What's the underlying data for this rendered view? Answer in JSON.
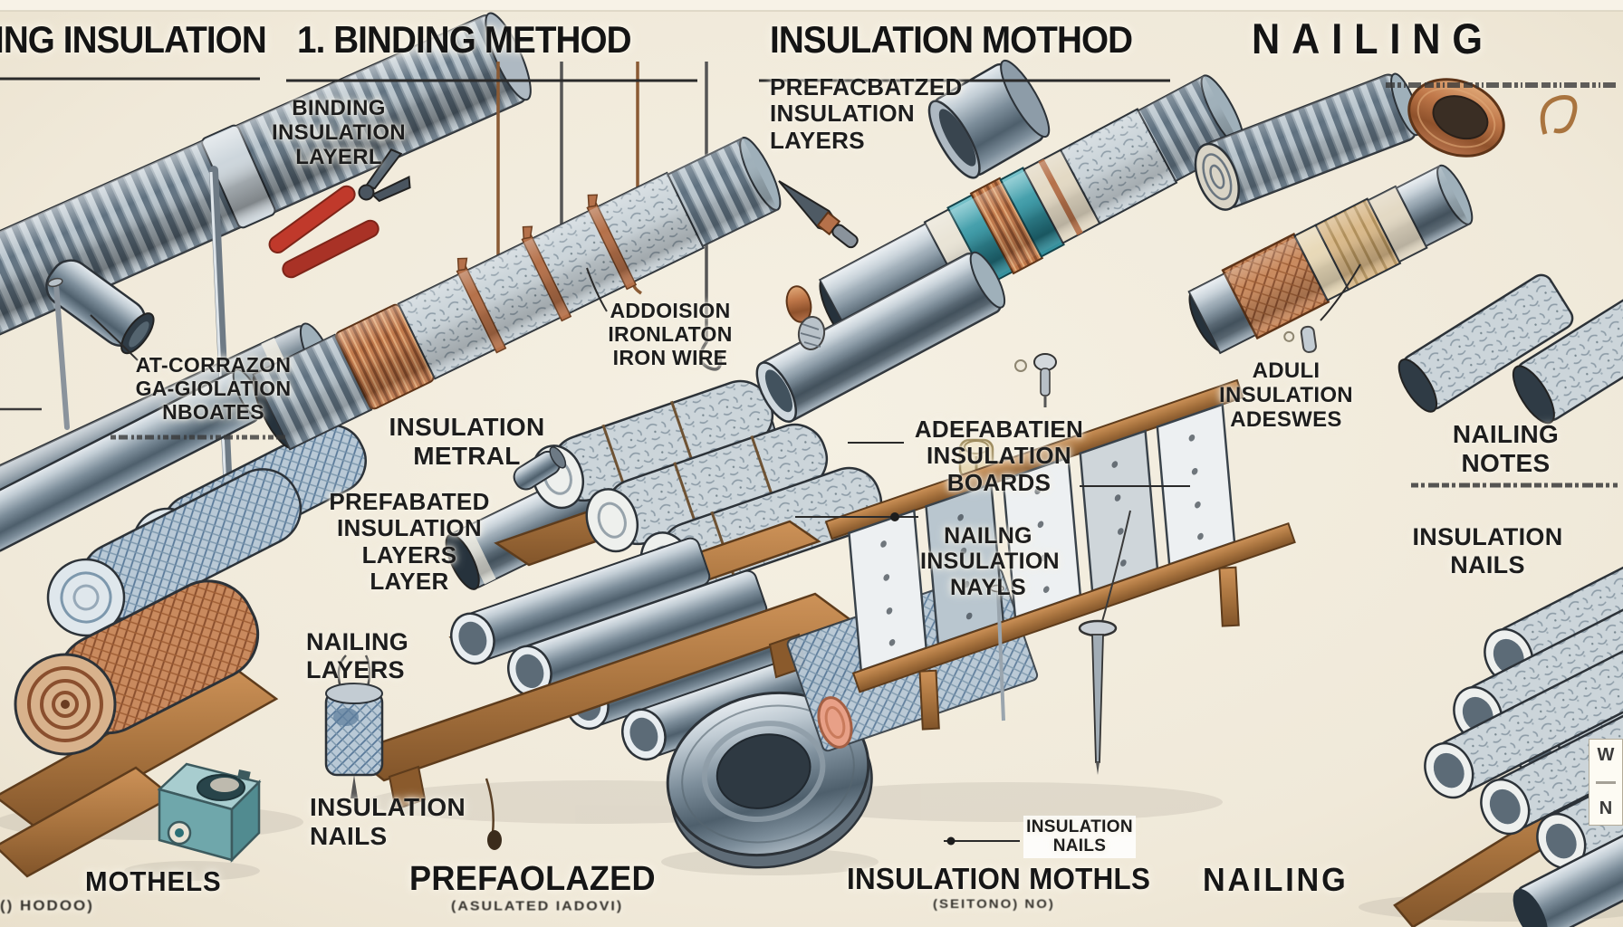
{
  "colors": {
    "background": "#f1ebdd",
    "ink": "#1c1c1c",
    "steel": "#6b7c8c",
    "copper": "#b5714a",
    "teal": "#2e8f9e",
    "wood": "#a9743f",
    "teal_box": "#7fb0b4",
    "salmon": "#e8a087"
  },
  "p1": {
    "title": "ING INSULATION",
    "corrosion_label": "AT-CORRAZON\nGA-GIOLATION\nNBOATES",
    "footer": "MOTHELS",
    "footer_scribble": "() HODOO)"
  },
  "p2": {
    "title": "1. BINDING METHOD",
    "binding_layer": "BINDING\nINSULATION\nLAYERL",
    "iron_wire": "ADDOISION\nIRONLATON\nIRON WIRE",
    "insulation_metral": "INSULATION\nMETRAL",
    "prefab_layers": "PREFABATED\nINSULATION\nLAYERS\nLAYER",
    "nailing_layers": "NAILING\nLAYERS",
    "insulation_nails": "INSULATION\nNAILS",
    "footer": "PREFAOLAZED",
    "footer_scribble": "(ASULATED IADOVI)"
  },
  "p3": {
    "title": "INSULATION MOTHOD",
    "prefab_top": "PREFACBATZED\nINSULATION\nLAYERS",
    "boards": "ADEFABATIEN\nINSULATION\nBOARDS",
    "nailing_nayls": "NAILNG\nINSULATION\nNAYLS",
    "adhesives": "ADULI\nINSULATION\nADESWES",
    "nails_small": "INSULATION\nNAILS",
    "footer": "INSULATION MOTHLS",
    "footer_scribble": "(SEITONO) NO)"
  },
  "p4": {
    "title": "NAILING",
    "notes": "NAILING\nNOTES",
    "insulation_nails": "INSULATION\nNAILS",
    "footer": "NAILING",
    "edge_top": "W",
    "edge_bottom": "N"
  }
}
